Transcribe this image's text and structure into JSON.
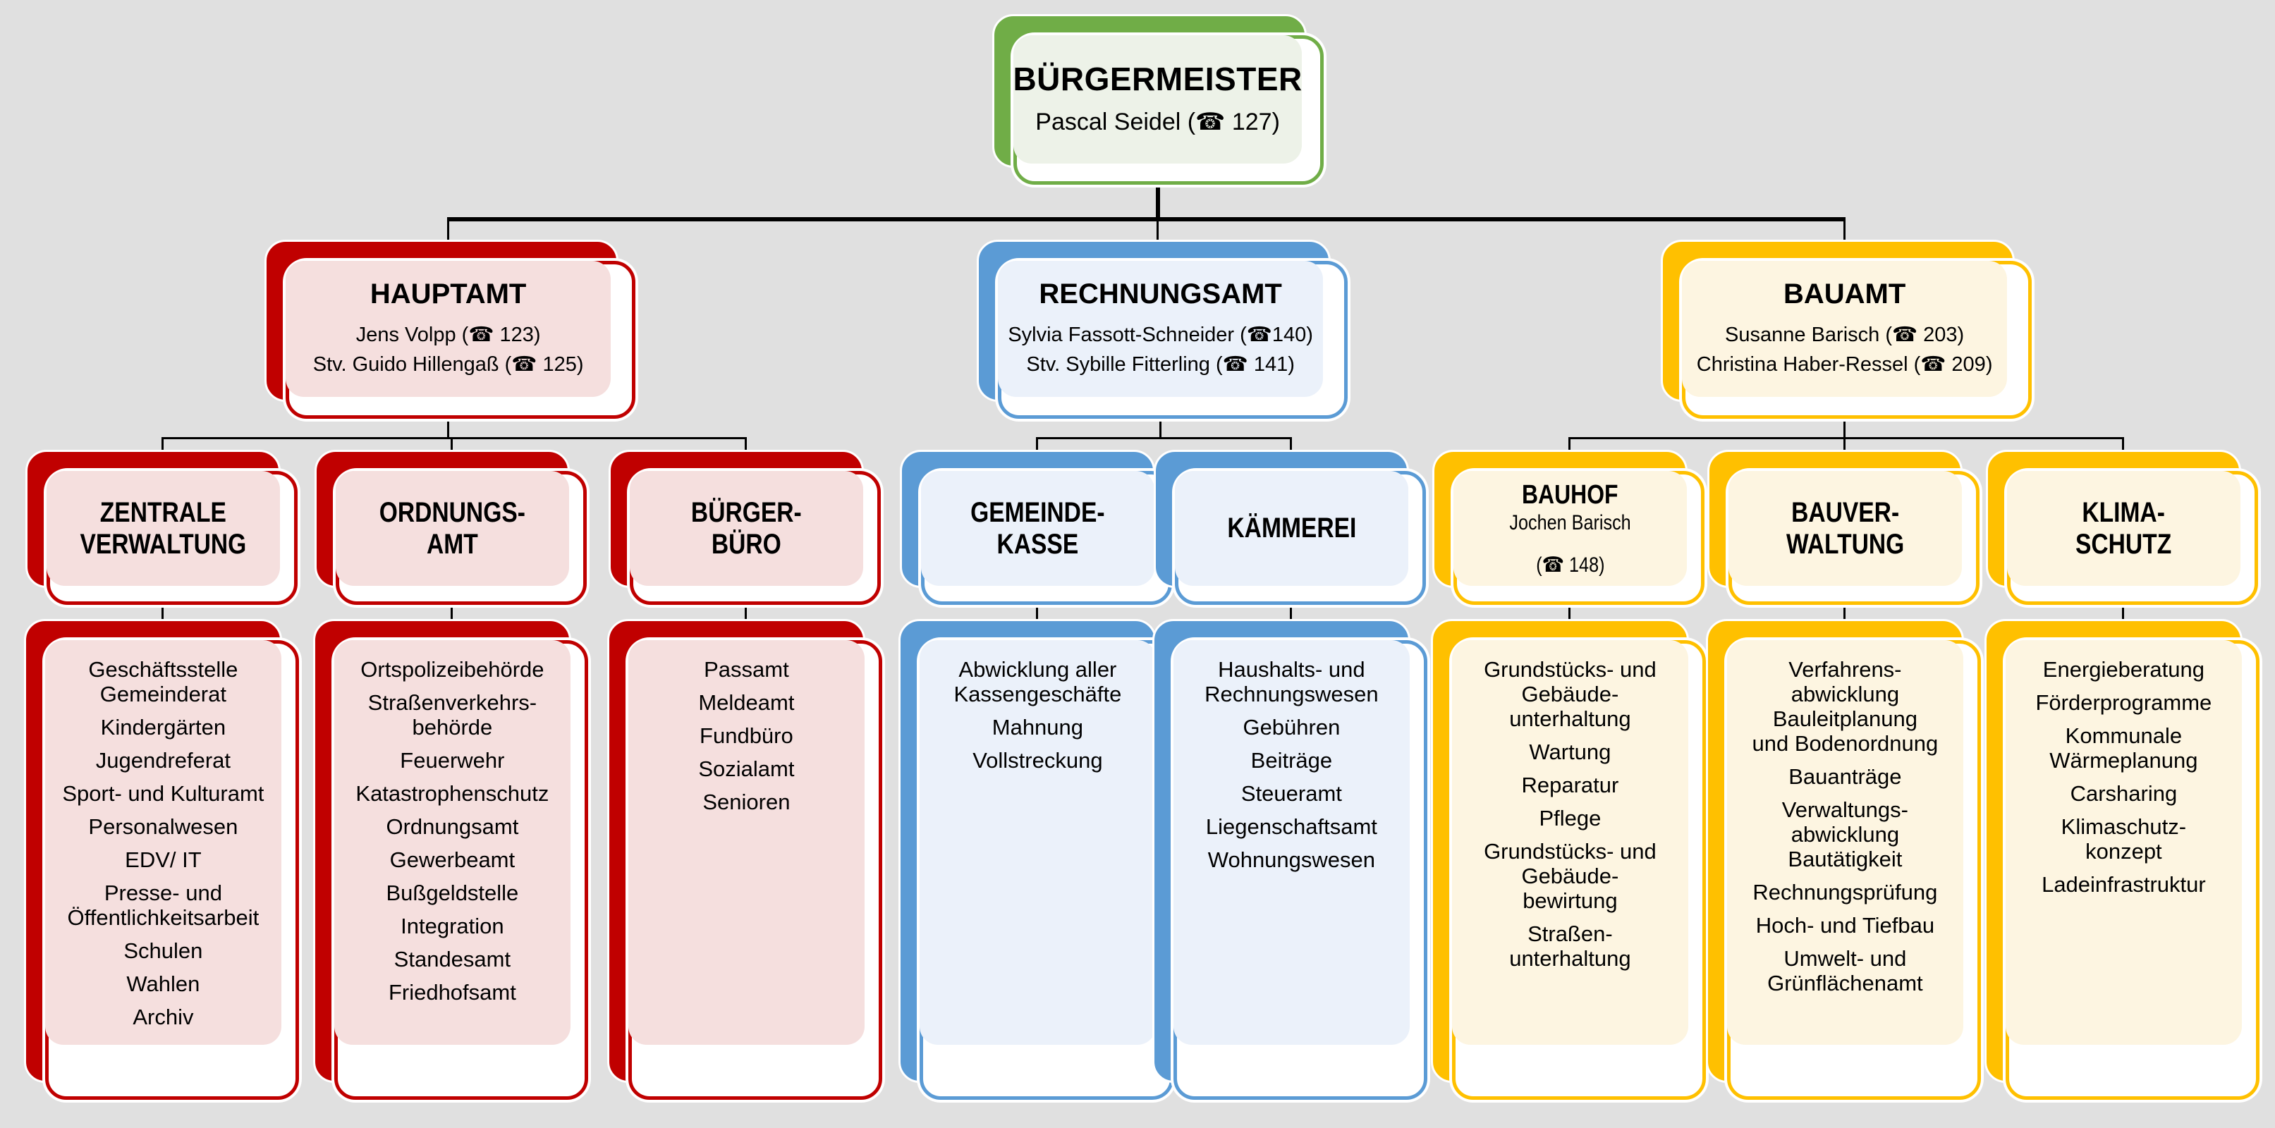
{
  "palette": {
    "background": "#E0E0E0",
    "line": "#000000",
    "red": "#C00000",
    "red_fill": "#F5DFDE",
    "blue": "#5B9BD5",
    "blue_fill": "#EBF1FA",
    "yellow": "#FFC000",
    "yellow_fill": "#FDF5E1",
    "green": "#70AD47",
    "green_fill": "#EDF2E8"
  },
  "root": {
    "title": "BÜRGERMEISTER",
    "person": "Pascal Seidel (☎ 127)"
  },
  "branches": [
    {
      "title": "HAUPTAMT",
      "person1": "Jens Volpp (☎ 123)",
      "person2": "Stv. Guido Hillengaß (☎ 125)",
      "children": [
        {
          "title": "ZENTRALE\nVERWALTUNG",
          "items": [
            "Geschäftsstelle\nGemeinderat",
            "Kindergärten",
            "Jugendreferat",
            "Sport- und Kulturamt",
            "Personalwesen",
            "EDV/ IT",
            "Presse- und\nÖffentlichkeitsarbeit",
            "Schulen",
            "Wahlen",
            "Archiv"
          ]
        },
        {
          "title": "ORDNUNGS-\nAMT",
          "items": [
            "Ortspolizeibehörde",
            "Straßenverkehrs-\nbehörde",
            "Feuerwehr",
            "Katastrophenschutz",
            "Ordnungsamt",
            "Gewerbeamt",
            "Bußgeldstelle",
            "Integration",
            "Standesamt",
            "Friedhofsamt"
          ]
        },
        {
          "title": "BÜRGER-\nBÜRO",
          "items": [
            "Passamt",
            "Meldeamt",
            "Fundbüro",
            "Sozialamt",
            "Senioren"
          ]
        }
      ]
    },
    {
      "title": "RECHNUNGSAMT",
      "person1": "Sylvia Fassott-Schneider (☎140)",
      "person2": "Stv. Sybille Fitterling (☎ 141)",
      "children": [
        {
          "title": "GEMEINDE-\nKASSE",
          "items": [
            "Abwicklung aller\nKassengeschäfte",
            "Mahnung",
            "Vollstreckung"
          ]
        },
        {
          "title": "KÄMMEREI",
          "items": [
            "Haushalts- und\nRechnungswesen",
            "Gebühren",
            "Beiträge",
            "Steueramt",
            "Liegenschaftsamt",
            "Wohnungswesen"
          ]
        }
      ]
    },
    {
      "title": "BAUAMT",
      "person1": "Susanne Barisch (☎ 203)",
      "person2": "Christina Haber-Ressel (☎ 209)",
      "children": [
        {
          "title": "BAUHOF",
          "person": "Jochen Barisch",
          "phone": "(☎ 148)",
          "items": [
            "Grundstücks- und\nGebäude-\nunterhaltung",
            "Wartung",
            "Reparatur",
            "Pflege",
            "Grundstücks- und\nGebäude-\nbewirtung",
            "Straßen-\nunterhaltung"
          ]
        },
        {
          "title": "BAUVER-\nWALTUNG",
          "items": [
            "Verfahrens-\nabwicklung\nBauleitplanung\nund Bodenordnung",
            "Bauanträge",
            "Verwaltungs-\nabwicklung\nBautätigkeit",
            "Rechnungsprüfung",
            "Hoch- und Tiefbau",
            "Umwelt- und\nGrünflächenamt"
          ]
        },
        {
          "title": "KLIMA-\nSCHUTZ",
          "items": [
            "Energieberatung",
            "Förderprogramme",
            "Kommunale\nWärmeplanung",
            "Carsharing",
            "Klimaschutz-\nkonzept",
            "Ladeinfrastruktur"
          ]
        }
      ]
    }
  ]
}
